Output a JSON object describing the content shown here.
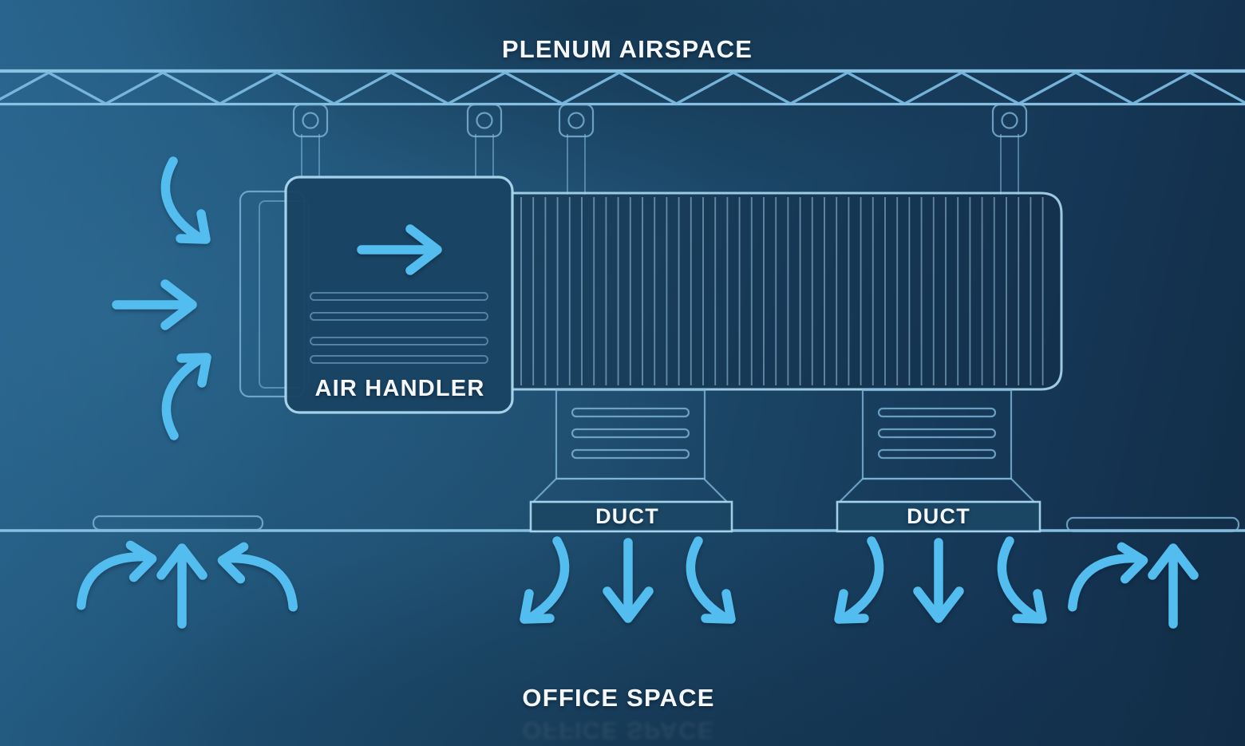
{
  "labels": {
    "plenum_airspace": "PLENUM AIRSPACE",
    "air_handler": "AIR HANDLER",
    "duct_left": "DUCT",
    "duct_right": "DUCT",
    "office_space": "OFFICE SPACE"
  },
  "colors": {
    "bg_light": "#27628b",
    "bg_mid": "#1d4a6b",
    "bg_dark": "#112c45",
    "line": "#a9d6ee",
    "line_dim": "#7fb6da",
    "arrow": "#52bdee",
    "text": "#f5f8fb"
  },
  "diagram": {
    "type": "hvac-plenum-airflow-schematic",
    "zones": [
      "PLENUM AIRSPACE",
      "OFFICE SPACE"
    ],
    "components": [
      {
        "name": "ceiling-truss"
      },
      {
        "name": "hanger-rod",
        "count": 4
      },
      {
        "name": "air-handler",
        "label": "AIR HANDLER"
      },
      {
        "name": "finned-coil-section"
      },
      {
        "name": "supply-duct",
        "label": "DUCT",
        "count": 2
      },
      {
        "name": "ceiling-return-grille",
        "count": 2
      }
    ],
    "airflow_arrows": [
      {
        "group": "return-air-into-air-handler",
        "count": 3,
        "direction": "right"
      },
      {
        "group": "air-handler-discharge",
        "count": 1,
        "direction": "right"
      },
      {
        "group": "supply-duct-left-diffuser",
        "count": 3,
        "direction": "down"
      },
      {
        "group": "supply-duct-right-diffuser",
        "count": 3,
        "direction": "down"
      },
      {
        "group": "office-return-left",
        "count": 3,
        "direction": "up"
      },
      {
        "group": "office-return-right",
        "count": 2,
        "direction": "up"
      }
    ]
  }
}
